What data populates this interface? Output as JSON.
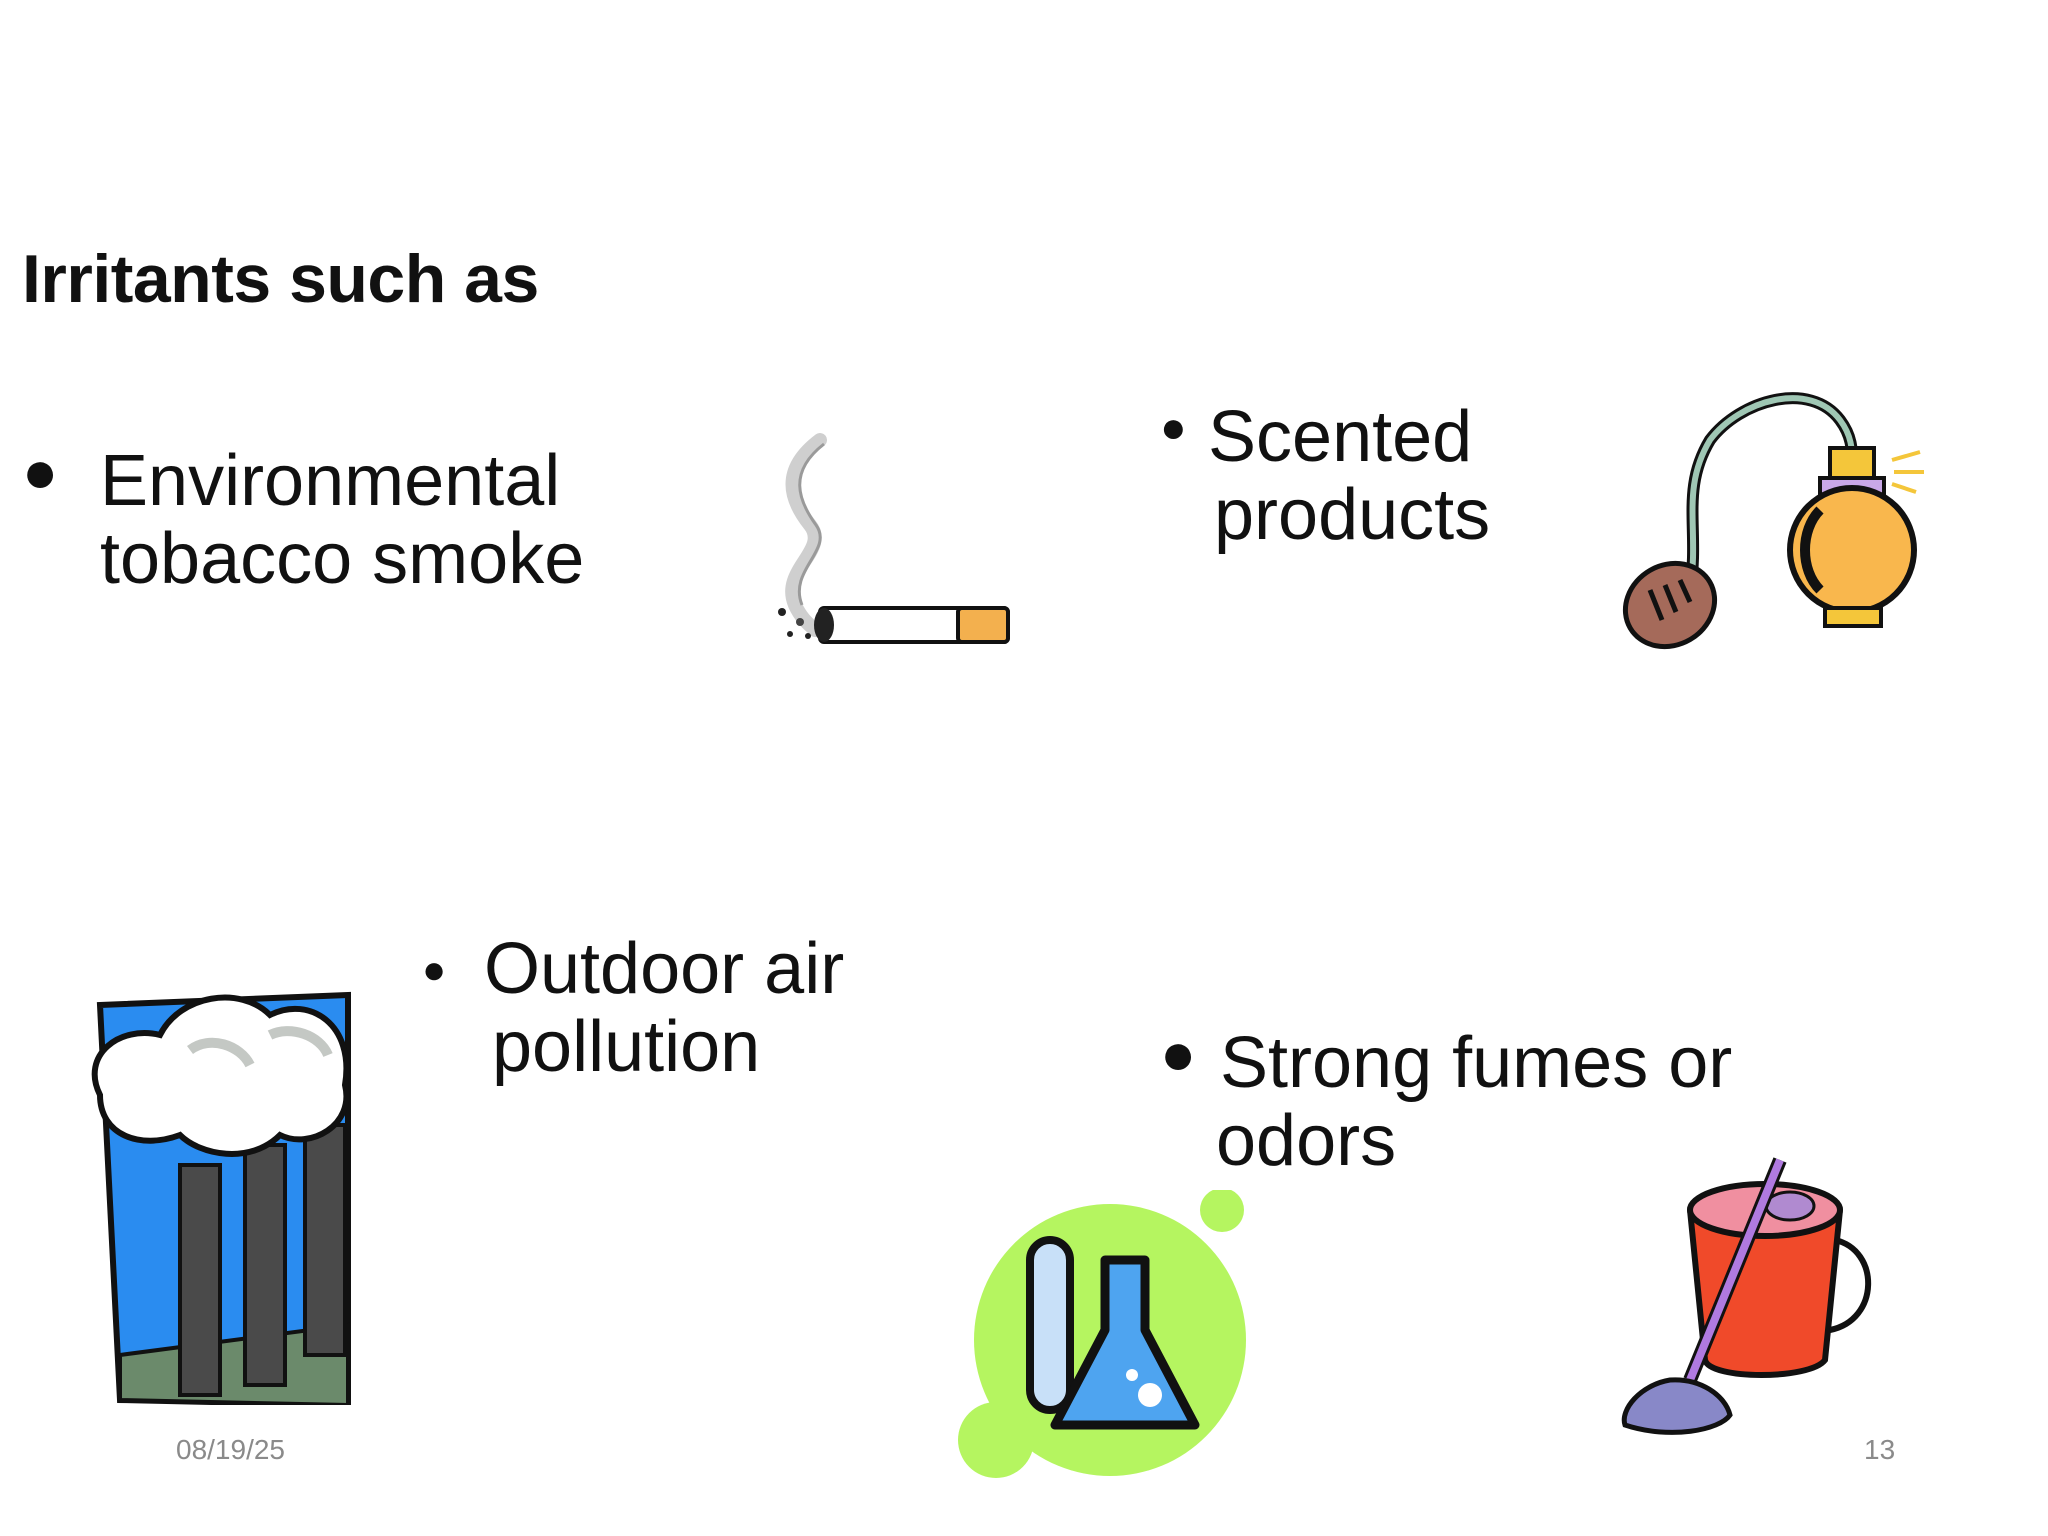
{
  "slide": {
    "heading": "Irritants such as",
    "bullets": [
      {
        "line1": "Environmental",
        "line2": "tobacco smoke"
      },
      {
        "line1": "Scented",
        "line2": "products"
      },
      {
        "line1": "Outdoor air",
        "line2": "pollution"
      },
      {
        "line1": "Strong fumes or",
        "line2": "odors"
      }
    ],
    "footer": {
      "date": "08/19/25",
      "page_number": "13"
    }
  },
  "illustrations": [
    "cigarette-icon",
    "perfume-atomizer-icon",
    "factory-smokestacks-icon",
    "lab-flasks-icon",
    "mop-and-bucket-icon"
  ]
}
